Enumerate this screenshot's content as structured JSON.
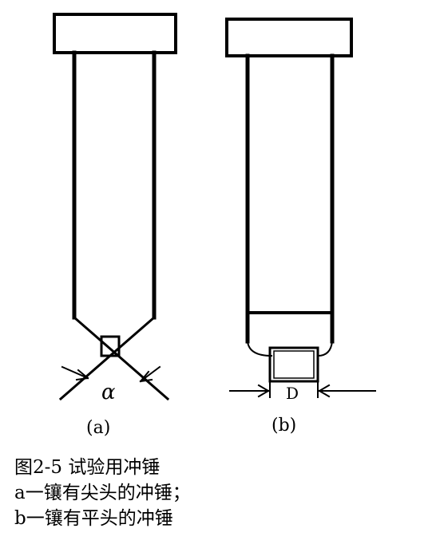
{
  "figure": {
    "panel_a_label": "(a)",
    "panel_b_label": "(b)",
    "angle_symbol": "α",
    "diameter_symbol": "D"
  },
  "caption": {
    "title": "图2-5  试验用冲锤",
    "line_a": "a一镶有尖头的冲锤；",
    "line_b": "b一镶有平头的冲锤"
  }
}
